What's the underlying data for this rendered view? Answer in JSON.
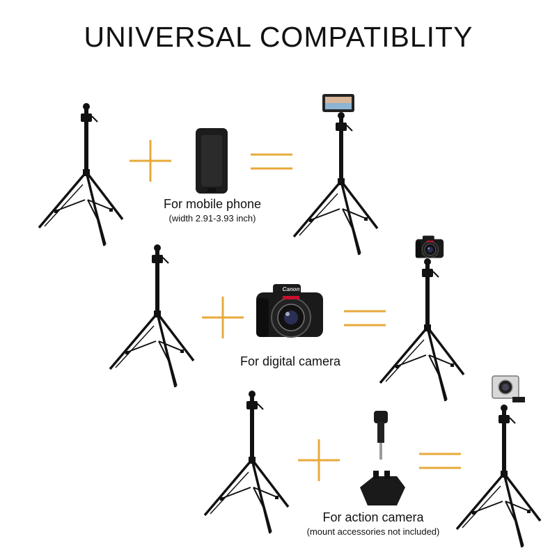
{
  "title": "UNIVERSAL COMPATIBLITY",
  "accent_color": "#E8A93A",
  "rows": [
    {
      "accessory_icon": "phone-holder-icon",
      "result_icon": "tripod-with-phone-icon",
      "caption": "For mobile phone",
      "sub_caption": "(width 2.91-3.93 inch)"
    },
    {
      "accessory_icon": "dslr-camera-icon",
      "accessory_brand": "Canon",
      "result_icon": "tripod-with-camera-icon",
      "caption": "For digital camera"
    },
    {
      "accessory_icon": "action-camera-mount-icon",
      "result_icon": "tripod-with-action-camera-icon",
      "caption": "For action camera",
      "sub_caption": "(mount accessories not included)"
    }
  ]
}
